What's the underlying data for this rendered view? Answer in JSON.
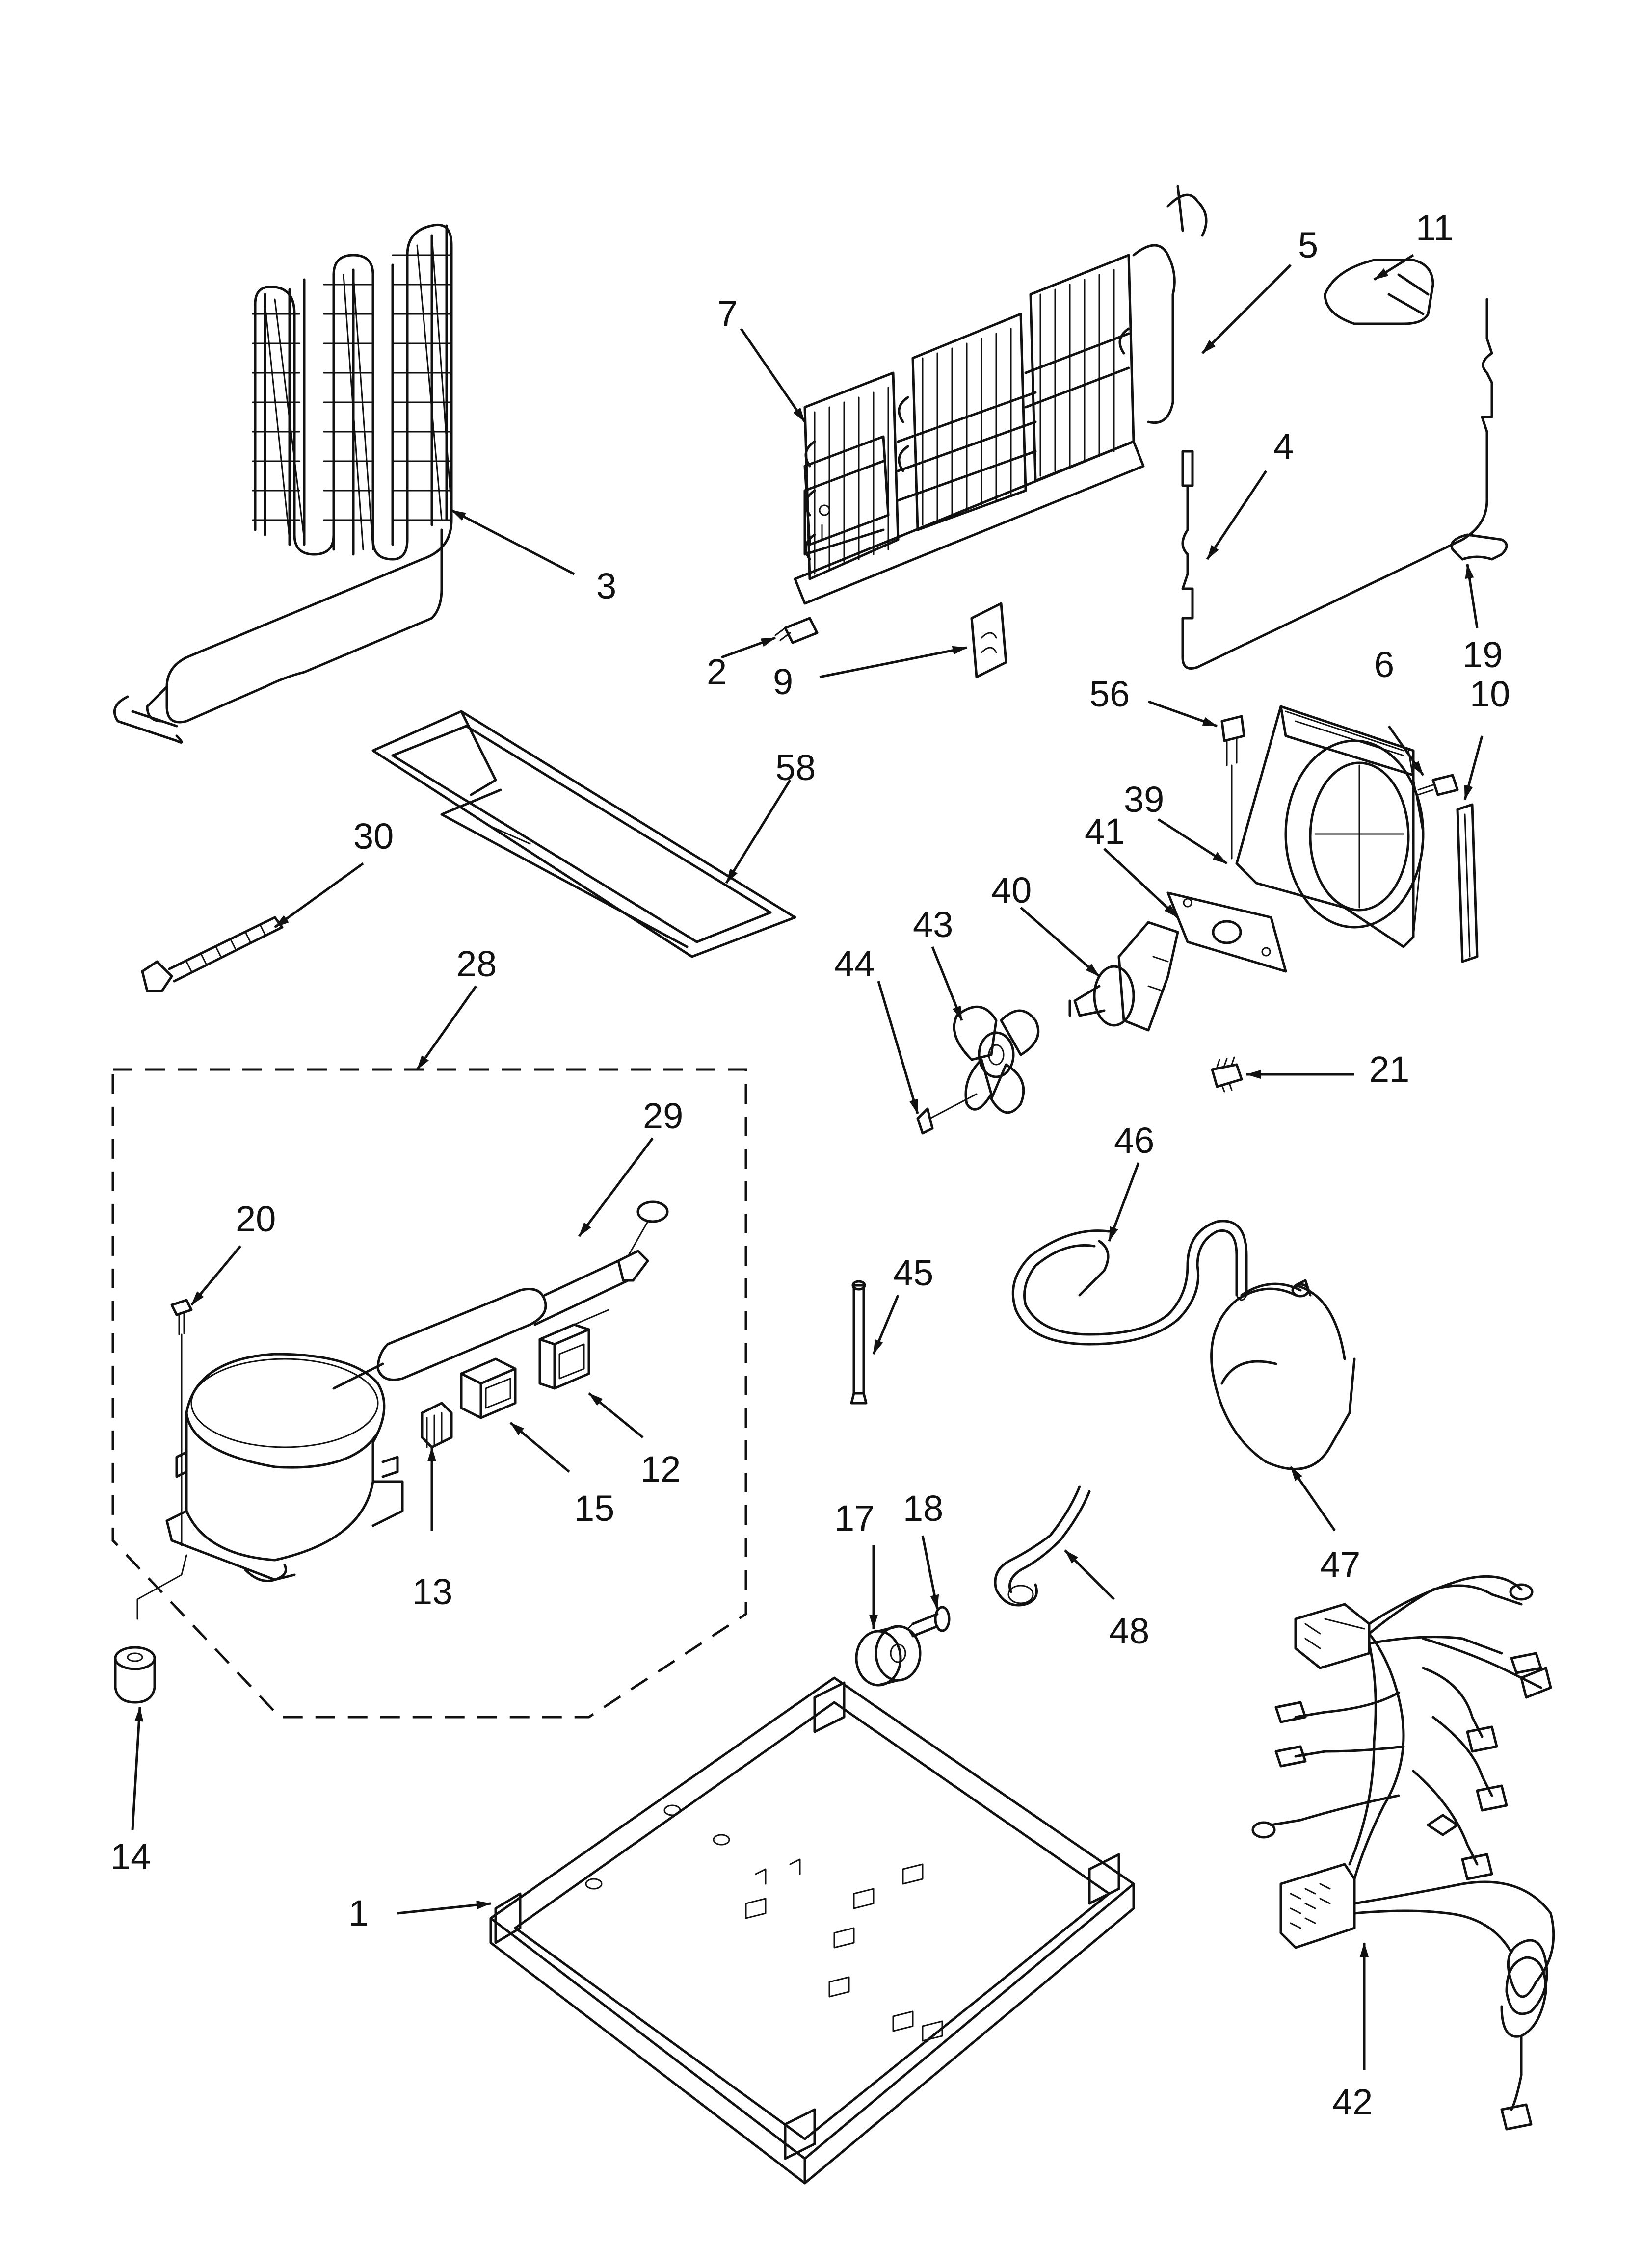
{
  "callouts": {
    "c1": "1",
    "c2": "2",
    "c3": "3",
    "c4": "4",
    "c5": "5",
    "c6": "6",
    "c7": "7",
    "c9": "9",
    "c10": "10",
    "c11": "11",
    "c12": "12",
    "c13": "13",
    "c14": "14",
    "c15": "15",
    "c17": "17",
    "c18": "18",
    "c19": "19",
    "c20": "20",
    "c21": "21",
    "c28": "28",
    "c29": "29",
    "c30": "30",
    "c39": "39",
    "c40": "40",
    "c41": "41",
    "c42": "42",
    "c43": "43",
    "c44": "44",
    "c45": "45",
    "c46": "46",
    "c47": "47",
    "c48": "48",
    "c56": "56",
    "c58": "58"
  }
}
